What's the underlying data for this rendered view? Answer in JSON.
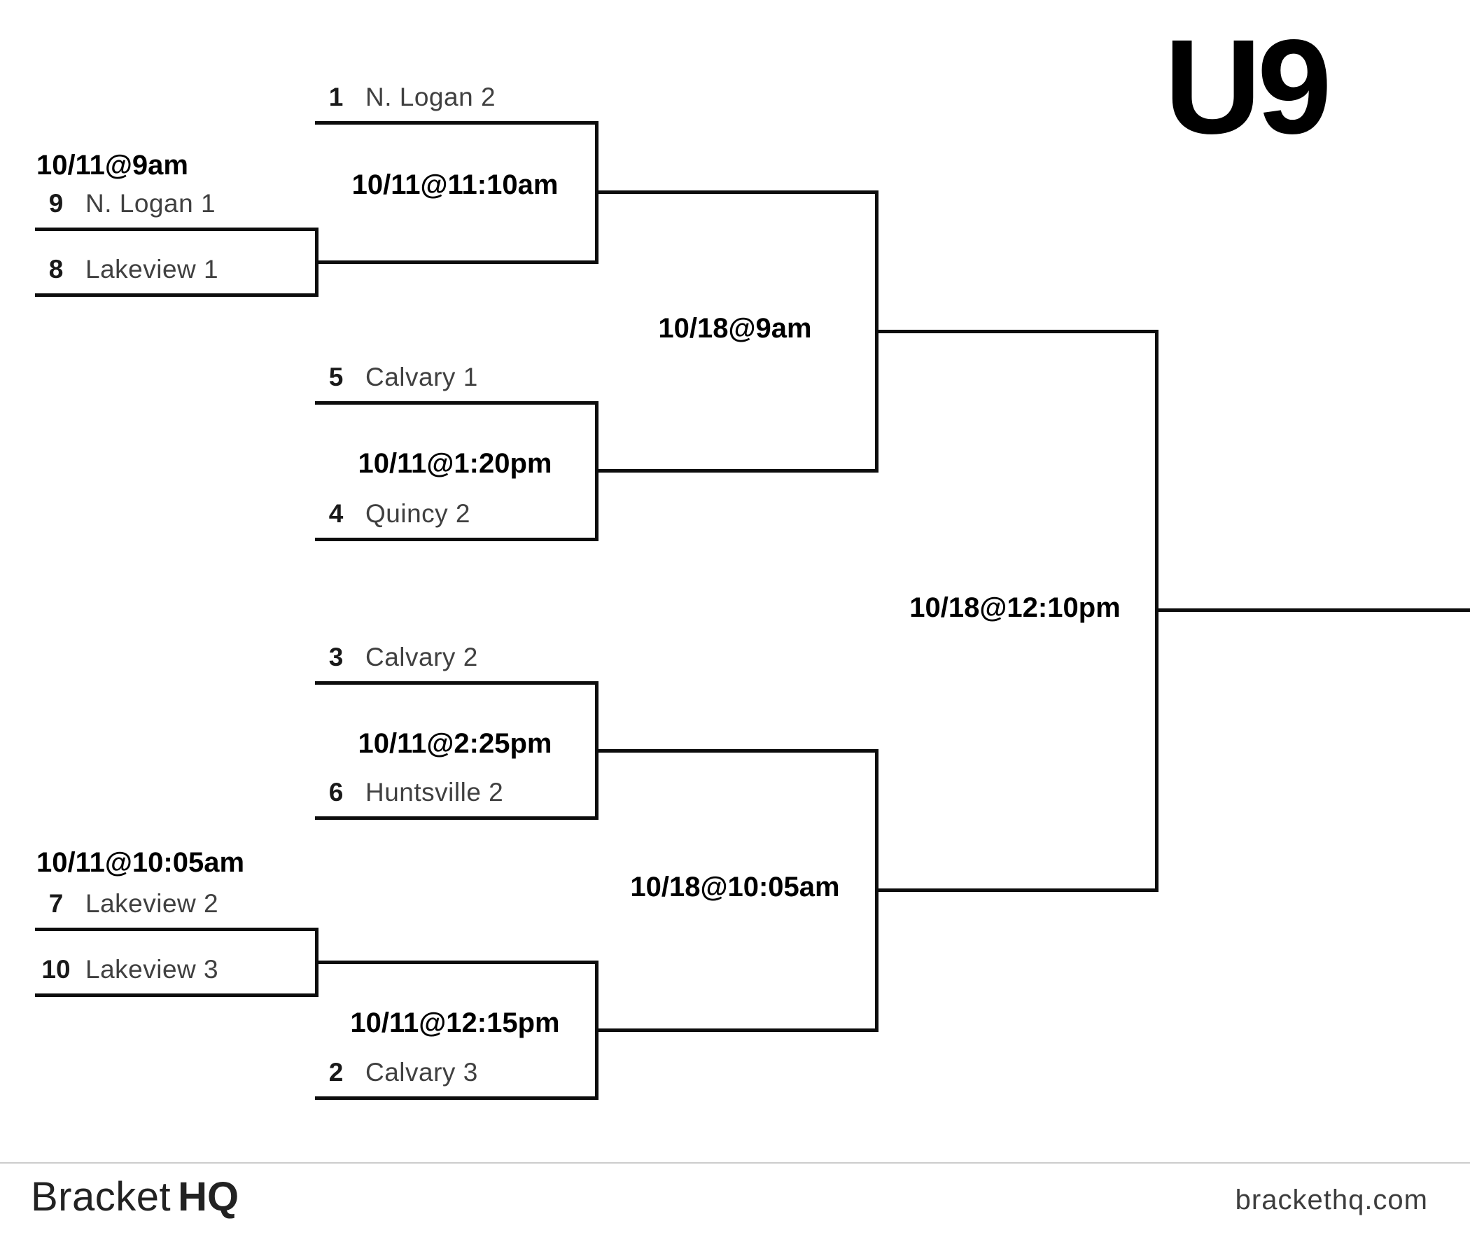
{
  "title": "U9",
  "bracket": {
    "playin": [
      {
        "time": "10/11@9am",
        "top": {
          "seed": "9",
          "name": "N. Logan 1"
        },
        "bottom": {
          "seed": "8",
          "name": "Lakeview 1"
        }
      },
      {
        "time": "10/11@10:05am",
        "top": {
          "seed": "7",
          "name": "Lakeview 2"
        },
        "bottom": {
          "seed": "10",
          "name": "Lakeview 3"
        }
      }
    ],
    "round1": [
      {
        "time": "10/11@11:10am",
        "top": {
          "seed": "1",
          "name": "N. Logan 2"
        }
      },
      {
        "time": "10/11@1:20pm",
        "top": {
          "seed": "5",
          "name": "Calvary 1"
        },
        "bottom": {
          "seed": "4",
          "name": "Quincy 2"
        }
      },
      {
        "time": "10/11@2:25pm",
        "top": {
          "seed": "3",
          "name": "Calvary 2"
        },
        "bottom": {
          "seed": "6",
          "name": "Huntsville 2"
        }
      },
      {
        "time": "10/11@12:15pm",
        "bottom": {
          "seed": "2",
          "name": "Calvary 3"
        }
      }
    ],
    "semifinals": [
      {
        "time": "10/18@9am"
      },
      {
        "time": "10/18@10:05am"
      }
    ],
    "final": {
      "time": "10/18@12:10pm"
    }
  },
  "footer": {
    "brand_light": "Bracket",
    "brand_bold": "HQ",
    "website": "brackethq.com"
  },
  "colors": {
    "line": "#0d0d0d",
    "seed": "#1a1a1a",
    "team_name": "#404040",
    "time_label": "#000000",
    "divider": "#cccccc"
  }
}
